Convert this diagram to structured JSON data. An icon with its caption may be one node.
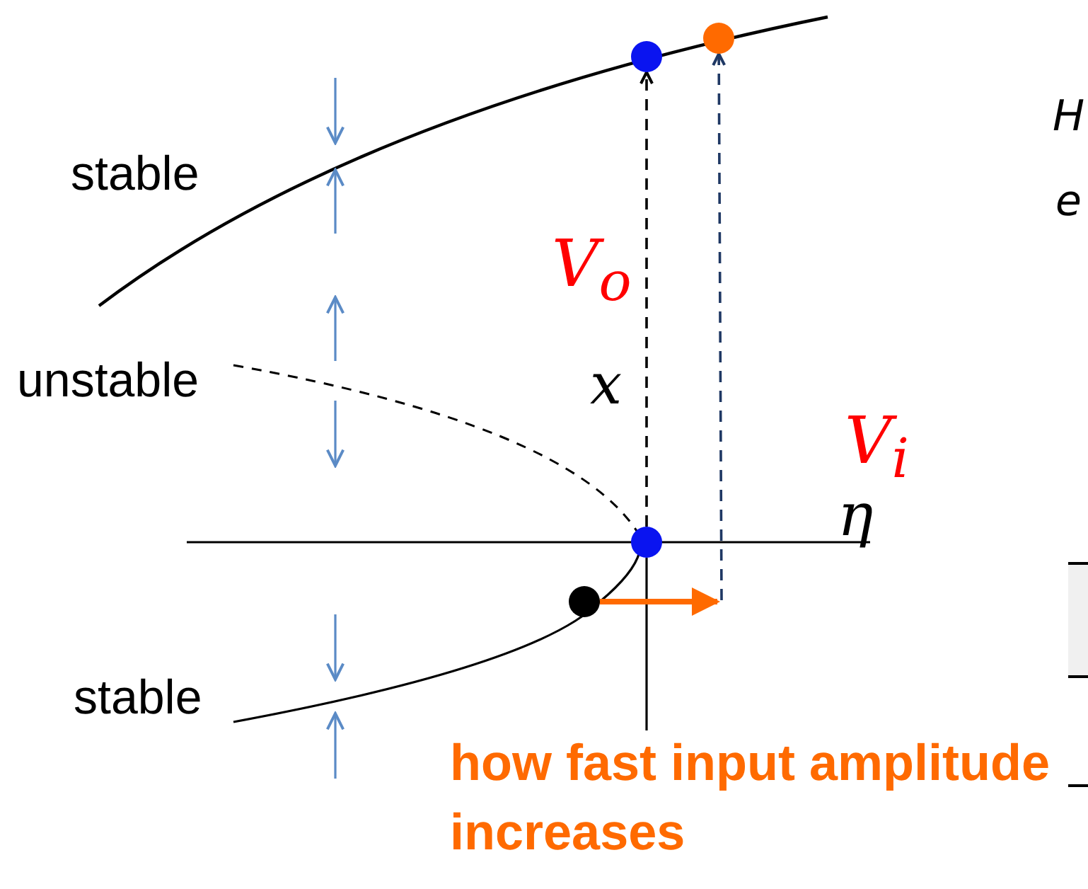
{
  "diagram": {
    "nodes": [
      {
        "text": [],
        "shape": "circle"
      },
      {
        "text": [],
        "shape": "circle"
      },
      {
        "text": [],
        "shape": "circle"
      },
      {
        "text": [],
        "shape": "circle"
      }
    ],
    "edges": [
      {
        "from": 0,
        "to": 1,
        "arrow": "to",
        "style": "dashed"
      },
      {
        "from": null,
        "to": 2,
        "arrow": "to",
        "style": "dashed",
        "color": "#1f3864"
      },
      {
        "from": 3,
        "to": null,
        "arrow": "to",
        "style": "thick",
        "color": "#ff6a00"
      }
    ],
    "labels": [
      "H",
      "e",
      "stable",
      "V$_{o}$",
      "unstable",
      "x",
      "V$_{i}$",
      "η",
      "stable",
      "how fast input amplitude increases"
    ]
  }
}
